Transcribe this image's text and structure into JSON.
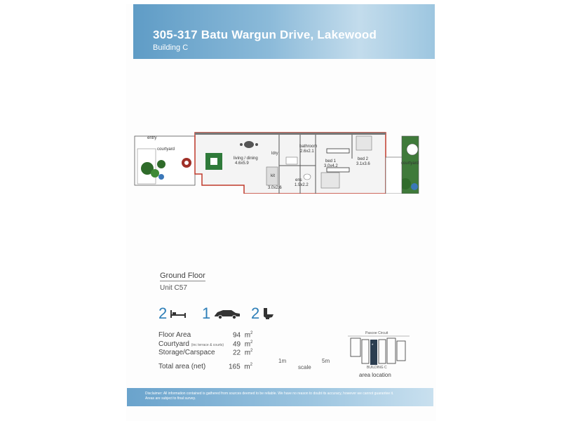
{
  "header": {
    "address": "305-317 Batu Wargun Drive, Lakewood",
    "building": "Building C"
  },
  "plan_labels": {
    "entry": "entry",
    "courtyard_left": "courtyard",
    "living": "living / dining",
    "living_dim": "4.6x5.9",
    "kitchen": "kit",
    "kitchen_dim": "3.0x2.6",
    "ldry": "ldry",
    "bathroom": "bathroom",
    "bathroom_dim": "2.6x2.1",
    "ens": "ens",
    "ens_dim": "1.9x2.2",
    "bed1": "bed 1",
    "bed1_dim": "3.0x4.2",
    "bed2": "bed 2",
    "bed2_dim": "3.1x3.6",
    "courtyard_right": "courtyard"
  },
  "floor": {
    "level": "Ground Floor",
    "unit": "Unit C57"
  },
  "features": {
    "bedrooms": "2",
    "car": "1",
    "bathrooms": "2",
    "bed_icon": "bed-icon",
    "car_icon": "car-icon",
    "toilet_icon": "toilet-icon"
  },
  "areas": {
    "floor_area_label": "Floor Area",
    "floor_area_value": "94",
    "courtyard_label": "Courtyard",
    "courtyard_note": "(inc terrace & courts)",
    "courtyard_value": "49",
    "storage_label": "Storage/Carspace",
    "storage_value": "22",
    "total_label": "Total area (net)",
    "total_value": "165",
    "unit": "m"
  },
  "scale": {
    "left": "1m",
    "middle": "scale",
    "right": "5m"
  },
  "location": {
    "street": "Pascoe Circuit",
    "building": "BUILDING C",
    "caption": "area location"
  },
  "disclaimer": {
    "line1": "Disclaimer: All information contained is gathered from sources deemed to be reliable. We have no reason to doubt its accuracy, however we cannot guarantee it.",
    "line2": "Areas are subject to final survey."
  },
  "colors": {
    "accent_blue": "#2e7fb8",
    "banner_blue": "#5f9cc6",
    "wall_red": "#c0392b",
    "plant_green": "#2f6b2a"
  }
}
